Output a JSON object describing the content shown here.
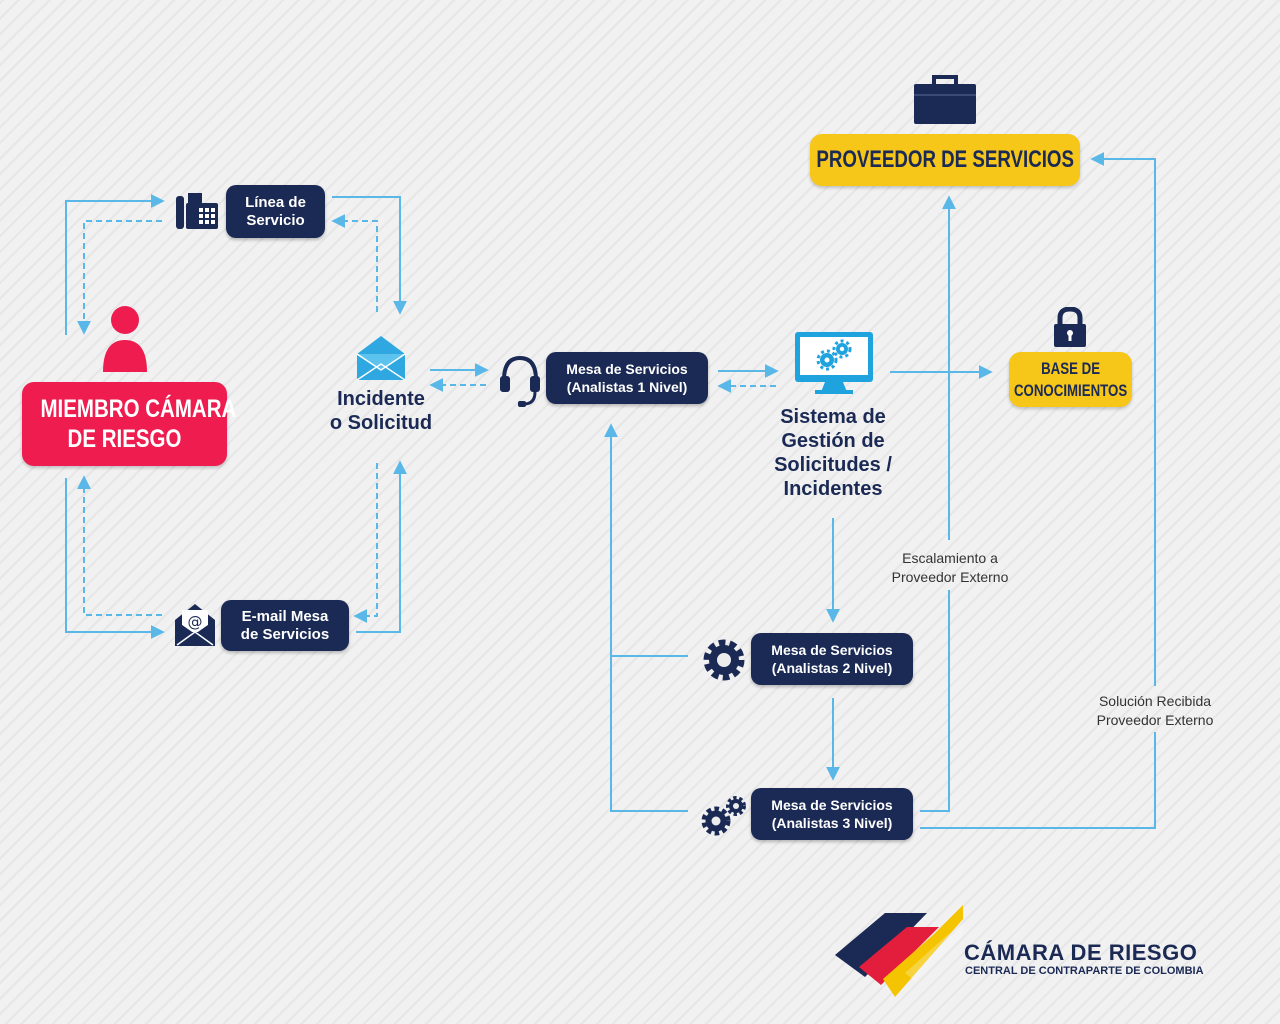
{
  "colors": {
    "navy": "#1b2a55",
    "arrow_blue": "#5ab8e8",
    "member_red": "#ee1c4f",
    "yellow": "#f6c619",
    "logo_red": "#e31e3c",
    "logo_yellow": "#f5c400"
  },
  "member": {
    "line1": "MIEMBRO CÁMARA",
    "line2": "DE RIESGO",
    "icon": "person-icon"
  },
  "linea_servicio": {
    "line1": "Línea de",
    "line2": "Servicio",
    "icon": "fax-phone-icon"
  },
  "email_mesa": {
    "line1": "E-mail Mesa",
    "line2": "de Servicios",
    "icon": "email-envelope-icon"
  },
  "incidente": {
    "line1": "Incidente",
    "line2": "o Solicitud",
    "icon": "envelope-icon"
  },
  "mesa1": {
    "line1": "Mesa de Servicios",
    "line2": "(Analistas 1 Nivel)",
    "icon": "headset-icon"
  },
  "sistema": {
    "line1": "Sistema de",
    "line2": "Gestión de",
    "line3": "Solicitudes /",
    "line4": "Incidentes",
    "icon": "monitor-gears-icon"
  },
  "base": {
    "line1": "BASE DE",
    "line2": "CONOCIMIENTOS",
    "icon": "lock-icon"
  },
  "proveedor": {
    "label": "PROVEEDOR DE SERVICIOS",
    "icon": "briefcase-icon"
  },
  "mesa2": {
    "line1": "Mesa de Servicios",
    "line2": "(Analistas 2 Nivel)",
    "icon": "gear-icon"
  },
  "mesa3": {
    "line1": "Mesa de Servicios",
    "line2": "(Analistas 3 Nivel)",
    "icon": "gears-icon"
  },
  "escalamiento": {
    "line1": "Escalamiento a",
    "line2": "Proveedor Externo"
  },
  "solucion": {
    "line1": "Solución Recibida",
    "line2": "Proveedor Externo"
  },
  "logo": {
    "title": "CÁMARA DE RIESGO",
    "subtitle": "CENTRAL DE CONTRAPARTE DE COLOMBIA"
  }
}
